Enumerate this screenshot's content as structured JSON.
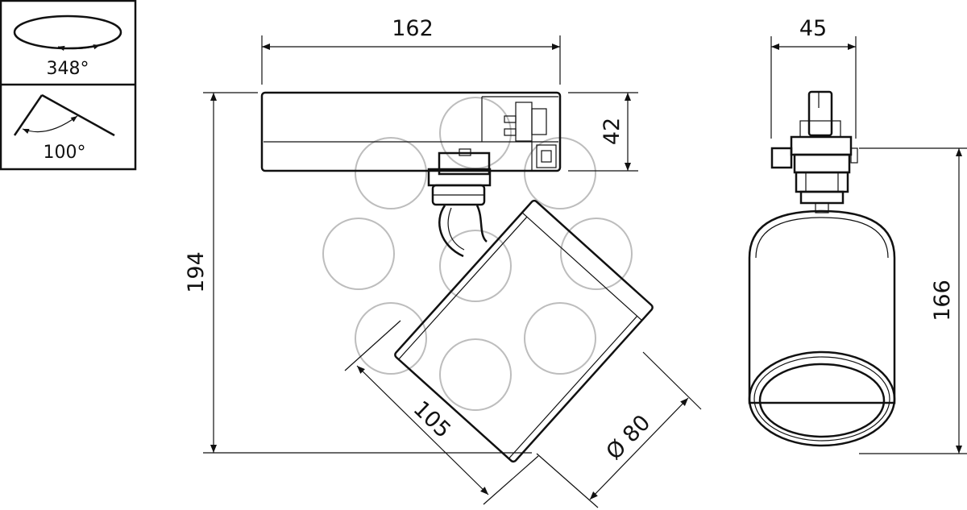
{
  "legend": {
    "rotation_angle": "348°",
    "tilt_angle": "100°"
  },
  "dimensions": {
    "front_width": "162",
    "side_width": "45",
    "adapter_height": "42",
    "total_height": "194",
    "side_height": "166",
    "head_length": "105",
    "diameter": "Ø 80"
  },
  "colors": {
    "line": "#111111",
    "watermark": "#bdbdbd"
  }
}
